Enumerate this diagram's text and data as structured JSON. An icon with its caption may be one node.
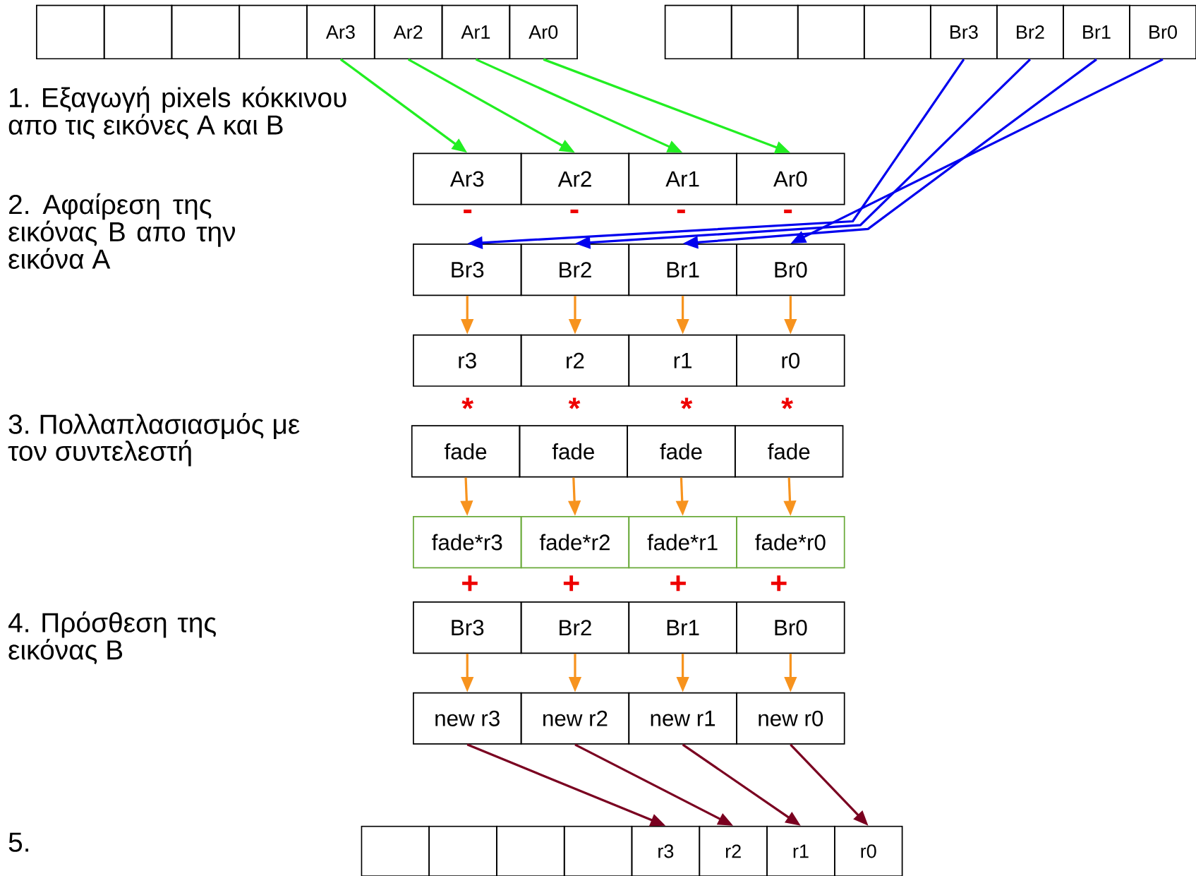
{
  "diagram": {
    "nodes": [
      {
        "text": [],
        "shape": "box"
      },
      {
        "text": [],
        "shape": "box"
      },
      {
        "text": [],
        "shape": "box"
      },
      {
        "text": [],
        "shape": "box"
      },
      {
        "text": [
          "Ar3"
        ]
      },
      {
        "text": [
          "Ar2"
        ]
      },
      {
        "text": [
          "Ar1"
        ]
      },
      {
        "text": [
          "Ar0"
        ]
      },
      {
        "text": [],
        "shape": "box"
      },
      {
        "text": [],
        "shape": "box"
      },
      {
        "text": [],
        "shape": "box"
      },
      {
        "text": [],
        "shape": "box"
      },
      {
        "text": [
          "Br3"
        ]
      },
      {
        "text": [
          "Br2"
        ]
      },
      {
        "text": [
          "Br1"
        ]
      },
      {
        "text": [
          "Br0"
        ]
      },
      {
        "text": [
          "Ar3"
        ]
      },
      {
        "text": [
          "Ar2"
        ]
      },
      {
        "text": [
          "Ar1"
        ]
      },
      {
        "text": [
          "Ar0"
        ]
      },
      {
        "text": [
          "Br3"
        ]
      },
      {
        "text": [
          "Br2"
        ]
      },
      {
        "text": [
          "Br1"
        ]
      },
      {
        "text": [
          "Br0"
        ]
      },
      {
        "text": [
          "r3"
        ]
      },
      {
        "text": [
          "r2"
        ]
      },
      {
        "text": [
          "r1"
        ]
      },
      {
        "text": [
          "r0"
        ]
      },
      {
        "text": [
          "fade"
        ]
      },
      {
        "text": [
          "fade"
        ]
      },
      {
        "text": [
          "fade"
        ]
      },
      {
        "text": [
          "fade"
        ]
      },
      {
        "text": [
          "fade*r3"
        ]
      },
      {
        "text": [
          "fade*r2"
        ]
      },
      {
        "text": [
          "fade*r1"
        ]
      },
      {
        "text": [
          "fade*r0"
        ]
      },
      {
        "text": [
          "Br3"
        ]
      },
      {
        "text": [
          "Br2"
        ]
      },
      {
        "text": [
          "Br1"
        ]
      },
      {
        "text": [
          "Br0"
        ]
      },
      {
        "text": [
          "new r3"
        ]
      },
      {
        "text": [
          "new r2"
        ]
      },
      {
        "text": [
          "new r1"
        ]
      },
      {
        "text": [
          "new r0"
        ]
      },
      {
        "text": [],
        "shape": "box"
      },
      {
        "text": [],
        "shape": "box"
      },
      {
        "text": [],
        "shape": "box"
      },
      {
        "text": [],
        "shape": "box"
      },
      {
        "text": [
          "r3"
        ]
      },
      {
        "text": [
          "r2"
        ]
      },
      {
        "text": [
          "r1"
        ]
      },
      {
        "text": [
          "r0"
        ]
      }
    ],
    "edges": [
      {
        "from": 4,
        "to": 16,
        "arrow": "to",
        "color": "#22ee22"
      },
      {
        "from": 5,
        "to": 17,
        "arrow": "to",
        "color": "#22ee22"
      },
      {
        "from": 6,
        "to": 18,
        "arrow": "to",
        "color": "#22ee22"
      },
      {
        "from": 7,
        "to": 19,
        "arrow": "to",
        "color": "#22ee22"
      },
      {
        "from": 12,
        "to": 20,
        "arrow": "to",
        "color": "#0000ee"
      },
      {
        "from": 13,
        "to": 21,
        "arrow": "to",
        "color": "#0000ee"
      },
      {
        "from": 14,
        "to": 22,
        "arrow": "to",
        "color": "#0000ee"
      },
      {
        "from": 15,
        "to": 23,
        "arrow": "to",
        "color": "#0000ee"
      },
      {
        "from": 20,
        "to": 24,
        "arrow": "to"
      },
      {
        "from": 21,
        "to": 25,
        "arrow": "to"
      },
      {
        "from": 22,
        "to": 26,
        "arrow": "to"
      },
      {
        "from": 23,
        "to": 27,
        "arrow": "to"
      },
      {
        "from": 28,
        "to": 32,
        "arrow": "to"
      },
      {
        "from": 29,
        "to": 33,
        "arrow": "to"
      },
      {
        "from": 30,
        "to": 34,
        "arrow": "to"
      },
      {
        "from": 31,
        "to": 35,
        "arrow": "to"
      },
      {
        "from": 36,
        "to": 40,
        "arrow": "to"
      },
      {
        "from": 37,
        "to": 41,
        "arrow": "to"
      },
      {
        "from": 38,
        "to": 42,
        "arrow": "to"
      },
      {
        "from": 39,
        "to": 43,
        "arrow": "to"
      },
      {
        "from": 40,
        "to": 48,
        "arrow": "to",
        "color": "#7a0020"
      },
      {
        "from": 41,
        "to": 49,
        "arrow": "to",
        "color": "#7a0020"
      },
      {
        "from": 42,
        "to": 50,
        "arrow": "to",
        "color": "#7a0020"
      },
      {
        "from": 43,
        "to": 51,
        "arrow": "to",
        "color": "#7a0020"
      }
    ],
    "labels": [
      "1. Εξαγωγή pixels κόκκινου απο τις εικόνες A και B",
      "2. Αφαίρεση της εικόνας B απο την εικόνα A",
      "-",
      "-",
      "-",
      "-",
      "*",
      "*",
      "*",
      "*",
      "3. Πολλαπλασιασμός με τον συντελεστή",
      "+",
      "+",
      "+",
      "+",
      "4. Πρόσθεση της εικόνας B",
      "5."
    ]
  }
}
